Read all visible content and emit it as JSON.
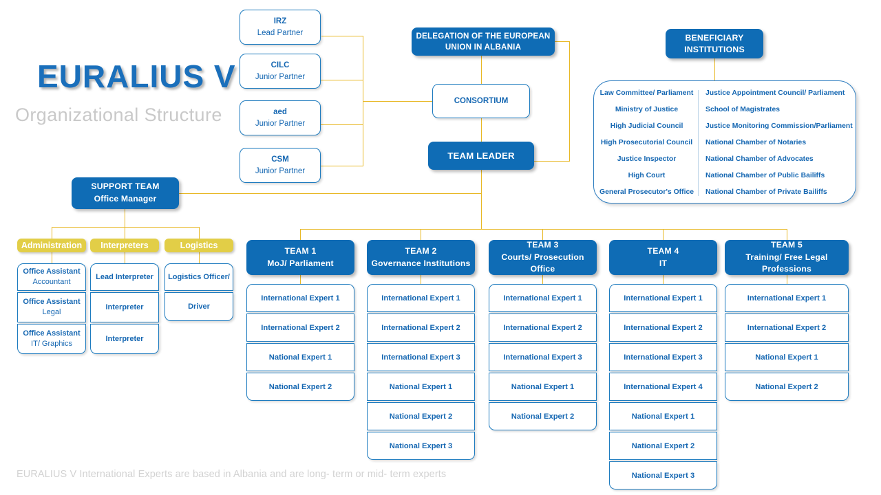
{
  "header": {
    "title": "EURALIUS V",
    "subtitle": "Organizational Structure",
    "footnote": "EURALIUS V International Experts are based in Albania and are long- term or mid- term experts"
  },
  "colors": {
    "blue": "#0F6CB5",
    "blue_text": "#1567B2",
    "yellow_line": "#E8B825",
    "yellow_tag": "#E2CE47",
    "subtitle_grey": "#C9C9C9"
  },
  "partners": [
    {
      "name": "IRZ",
      "role": "Lead Partner"
    },
    {
      "name": "CILC",
      "role": "Junior Partner"
    },
    {
      "name": "aed",
      "role": "Junior Partner"
    },
    {
      "name": "CSM",
      "role": "Junior Partner"
    }
  ],
  "top": {
    "delegation_line1": "DELEGATION OF THE EUROPEAN",
    "delegation_line2": "UNION IN ALBANIA",
    "consortium": "CONSORTIUM",
    "team_leader": "TEAM LEADER"
  },
  "beneficiary": {
    "head_line1": "BENEFICIARY",
    "head_line2": "INSTITUTIONS",
    "left_column": [
      "Law Committee/ Parliament",
      "Ministry of Justice",
      "High Judicial Council",
      "High Prosecutorial Council",
      "Justice Inspector",
      "High Court",
      "General Prosecutor's Office"
    ],
    "right_column": [
      "Justice Appointment Council/ Parliament",
      "School of Magistrates",
      "Justice Monitoring Commission/Parliament",
      "National Chamber of Notaries",
      "National Chamber of Advocates",
      "National Chamber of Public Bailiffs",
      "National Chamber of Private Bailiffs"
    ]
  },
  "support": {
    "head_line1": "SUPPORT TEAM",
    "head_line2": "Office Manager",
    "groups": [
      {
        "label": "Administration",
        "members": [
          {
            "line1": "Office Assistant",
            "line2": "Accountant"
          },
          {
            "line1": "Office Assistant",
            "line2": "Legal"
          },
          {
            "line1": "Office Assistant",
            "line2": "IT/ Graphics"
          }
        ]
      },
      {
        "label": "Interpreters",
        "members": [
          {
            "line1": "Lead Interpreter",
            "line2": ""
          },
          {
            "line1": "Interpreter",
            "line2": ""
          },
          {
            "line1": "Interpreter",
            "line2": ""
          }
        ]
      },
      {
        "label": "Logistics",
        "members": [
          {
            "line1": "Logistics Officer/",
            "line2": "Driver"
          },
          {
            "line1": "Driver",
            "line2": ""
          }
        ]
      }
    ]
  },
  "teams": [
    {
      "head_line1": "TEAM  1",
      "head_line2": "MoJ/ Parliament",
      "members": [
        "International Expert 1",
        "International Expert 2",
        "National Expert 1",
        "National Expert 2"
      ]
    },
    {
      "head_line1": "TEAM  2",
      "head_line2": "Governance Institutions",
      "members": [
        "International Expert 1",
        "International Expert 2",
        "International Expert 3",
        "National Expert 1",
        "National Expert 2",
        "National Expert 3"
      ]
    },
    {
      "head_line1": "TEAM  3",
      "head_line2": "Courts/ Prosecution Office",
      "members": [
        "International Expert 1",
        "International Expert 2",
        "International Expert 3",
        "National Expert 1",
        "National Expert 2"
      ]
    },
    {
      "head_line1": "TEAM  4",
      "head_line2": "IT",
      "members": [
        "International Expert 1",
        "International Expert 2",
        "International Expert 3",
        "International Expert 4",
        "National Expert 1",
        "National Expert 2",
        "National Expert 3"
      ]
    },
    {
      "head_line1": "TEAM  5",
      "head_line2": "Training/  Free Legal Professions",
      "members": [
        "International Expert 1",
        "International Expert 2",
        "National Expert 1",
        "National Expert 2"
      ]
    }
  ]
}
